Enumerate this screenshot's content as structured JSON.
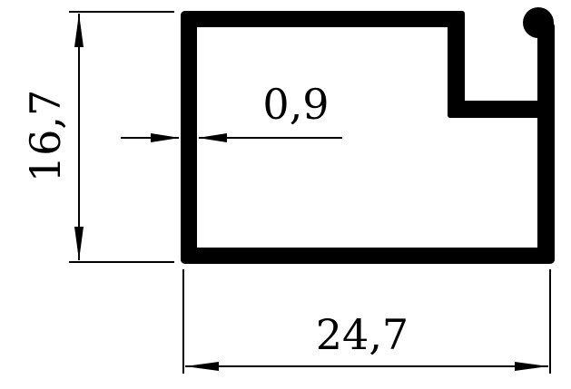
{
  "dimensions": {
    "height_label": "16,7",
    "width_label": "24,7",
    "wall_thickness_label": "0,9"
  },
  "colors": {
    "profile": "#000000",
    "dimension_lines": "#000000",
    "background": "#ffffff"
  }
}
